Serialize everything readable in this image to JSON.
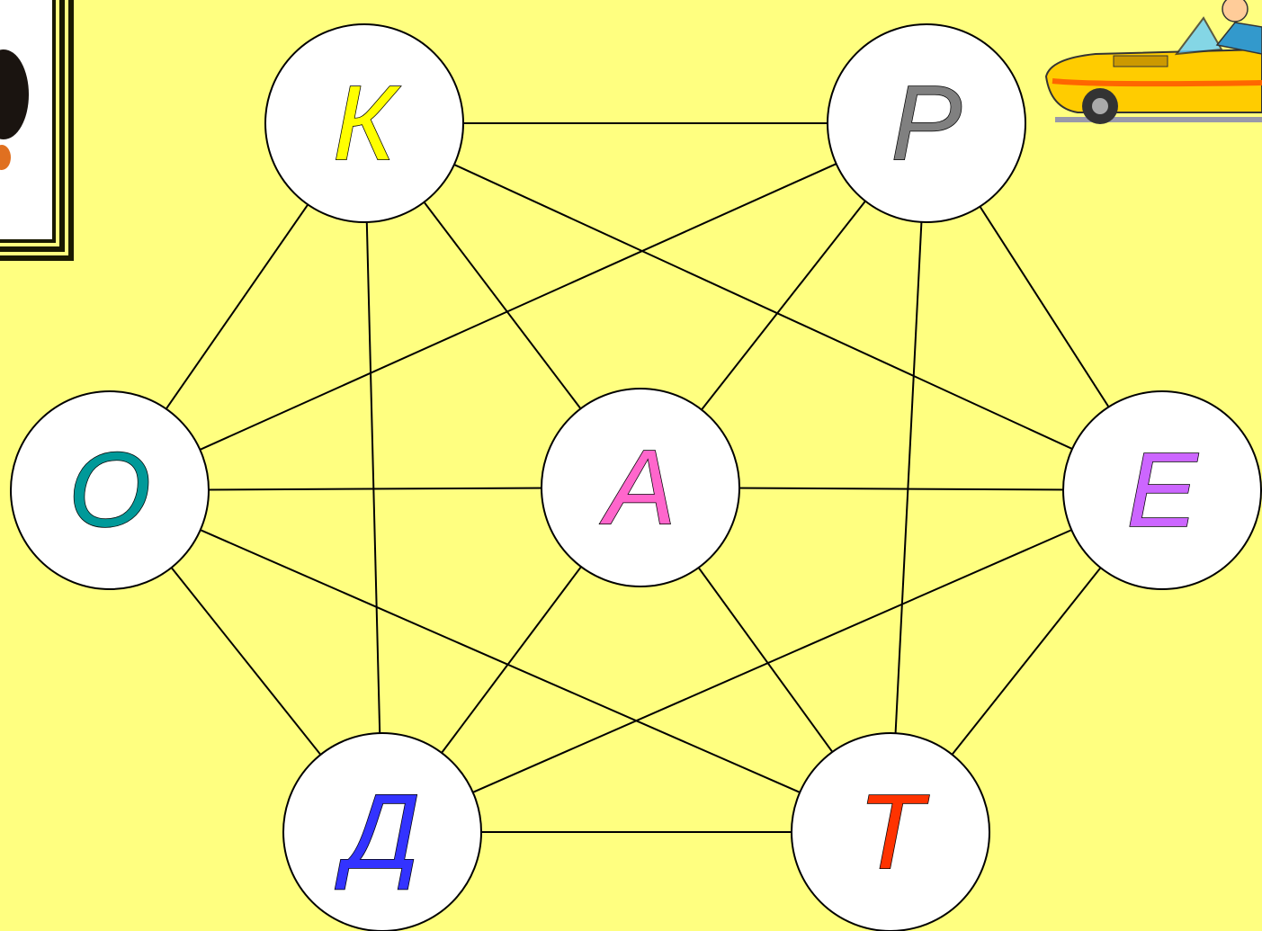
{
  "graph": {
    "nodes": [
      {
        "id": "K",
        "label": "К",
        "color": "#ffff00"
      },
      {
        "id": "R",
        "label": "Р",
        "color": "#808080"
      },
      {
        "id": "O",
        "label": "О",
        "color": "#009999"
      },
      {
        "id": "A",
        "label": "А",
        "color": "#ff66cc"
      },
      {
        "id": "E",
        "label": "Е",
        "color": "#cc66ff"
      },
      {
        "id": "D",
        "label": "Д",
        "color": "#3333ff"
      },
      {
        "id": "T",
        "label": "Т",
        "color": "#ff3300"
      }
    ],
    "edges": [
      [
        "K",
        "R"
      ],
      [
        "K",
        "O"
      ],
      [
        "K",
        "A"
      ],
      [
        "K",
        "E"
      ],
      [
        "K",
        "D"
      ],
      [
        "R",
        "O"
      ],
      [
        "R",
        "A"
      ],
      [
        "R",
        "E"
      ],
      [
        "R",
        "T"
      ],
      [
        "O",
        "A"
      ],
      [
        "O",
        "D"
      ],
      [
        "O",
        "T"
      ],
      [
        "A",
        "E"
      ],
      [
        "A",
        "D"
      ],
      [
        "A",
        "T"
      ],
      [
        "E",
        "D"
      ],
      [
        "E",
        "T"
      ],
      [
        "D",
        "T"
      ]
    ]
  },
  "colors": {
    "background": "#ffff80",
    "node_fill": "#ffffff",
    "edge": "#000000"
  }
}
